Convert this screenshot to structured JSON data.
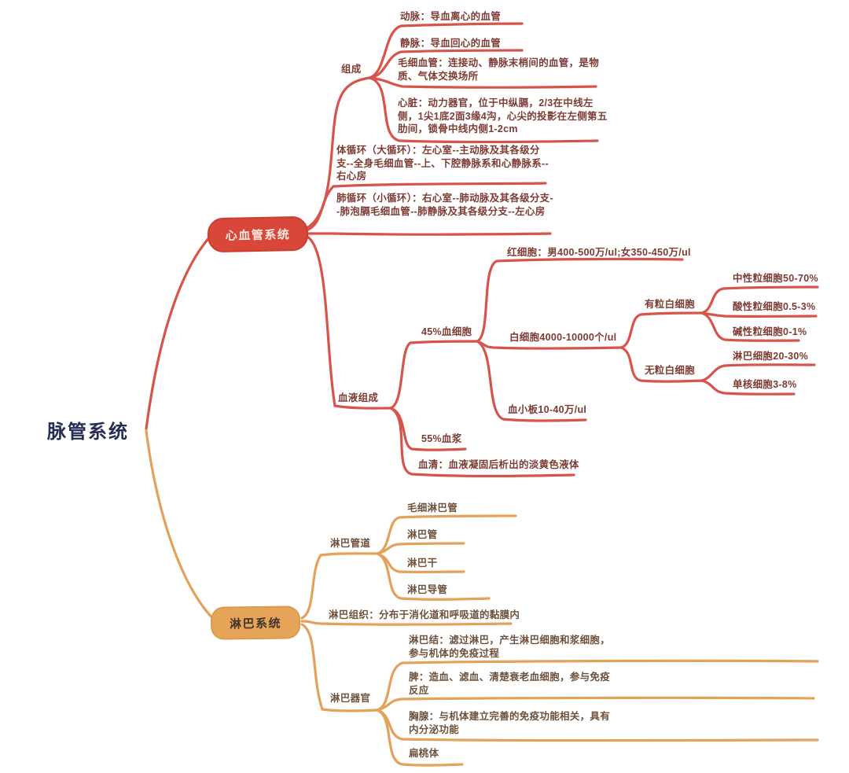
{
  "root_label": "脉管系统",
  "cardio": {
    "label": "心血管系统",
    "composition": {
      "label": "组成",
      "artery": "动脉：导血离心的血管",
      "vein": "静脉：导血回心的血管",
      "capillary": "毛细血管：连接动、静脉末梢间的血管，是物质、气体交换场所",
      "heart": "心脏：动力器官，位于中纵膈，2/3在中线左侧，1尖1底2面3缘4沟，心尖的投影在左侧第五肋间，锁骨中线内侧1-2cm"
    },
    "systemic": "体循环（大循环）：左心室--主动脉及其各级分支--全身毛细血管--上、下腔静脉系和心静脉系--右心房",
    "pulmonary": "肺循环（小循环）：右心室--肺动脉及其各级分支--肺泡膈毛细血管--肺静脉及其各级分支--左心房",
    "blood": {
      "label": "血液组成",
      "cells": {
        "label": "45%血细胞",
        "rbc": "红细胞：男400-500万/ul;女350-450万/ul",
        "wbc": {
          "label": "白细胞4000-10000个/ul",
          "granular": {
            "label": "有粒白细胞",
            "neutrophil": "中性粒细胞50-70%",
            "eosinophil": "酸性粒细胞0.5-3%",
            "basophil": "碱性粒细胞0-1%"
          },
          "agranular": {
            "label": "无粒白细胞",
            "lymphocyte": "淋巴细胞20-30%",
            "monocyte": "单核细胞3-8%"
          }
        },
        "platelet": "血小板10-40万/ul"
      },
      "plasma": "55%血浆",
      "serum": "血清：血液凝固后析出的淡黄色液体"
    }
  },
  "lymph": {
    "label": "淋巴系统",
    "vessels": {
      "label": "淋巴管道",
      "capillary": "毛细淋巴管",
      "vessel": "淋巴管",
      "trunk": "淋巴干",
      "duct": "淋巴导管"
    },
    "tissue": "淋巴组织：分布于消化道和呼吸道的黏膜内",
    "organs": {
      "label": "淋巴器官",
      "node": "淋巴结：滤过淋巴，产生淋巴细胞和浆细胞，参与机体的免疫过程",
      "spleen": "脾：造血、滤血、清楚衰老血细胞，参与免疫反应",
      "thymus": "胸腺：与机体建立完善的免疫功能相关，具有内分泌功能",
      "tonsil": "扁桃体"
    }
  },
  "colors": {
    "cardio_line": "#d6544a",
    "cardio_text": "#7d3b33",
    "cardio_box": "#d9473a",
    "lymph_line": "#e3a159",
    "lymph_text": "#6d513c",
    "lymph_box": "#e6a458",
    "root_text": "#252d55"
  }
}
